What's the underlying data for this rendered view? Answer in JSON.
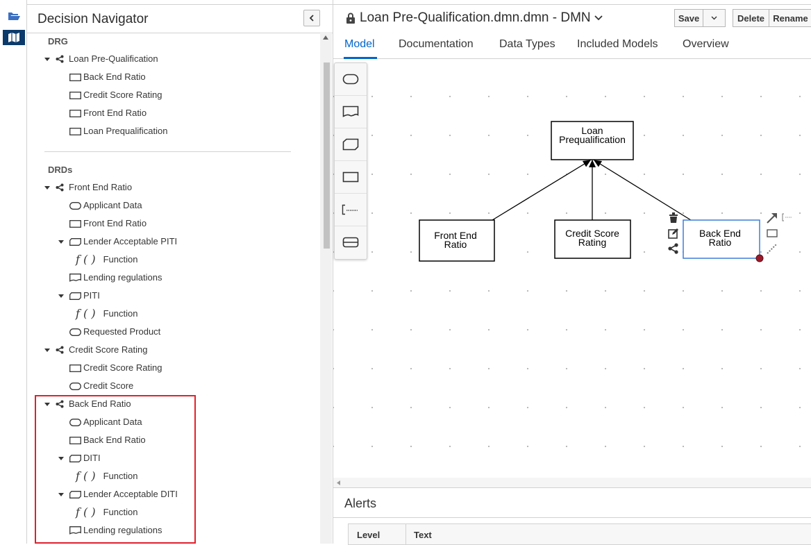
{
  "navigator": {
    "title": "Decision Navigator",
    "drg_header": "DRG",
    "drds_header": "DRDs",
    "drg": [
      {
        "label": "Loan Pre-Qualification",
        "icon": "drg-icon",
        "level": 0,
        "caret": true
      },
      {
        "label": "Back End Ratio",
        "icon": "decision-icon",
        "level": 1
      },
      {
        "label": "Credit Score Rating",
        "icon": "decision-icon",
        "level": 1
      },
      {
        "label": "Front End Ratio",
        "icon": "decision-icon",
        "level": 1
      },
      {
        "label": "Loan Prequalification",
        "icon": "decision-icon",
        "level": 1
      }
    ],
    "drds": [
      {
        "label": "Front End Ratio",
        "icon": "drd-icon",
        "level": 0,
        "caret": true
      },
      {
        "label": "Applicant Data",
        "icon": "input-data-icon",
        "level": 1
      },
      {
        "label": "Front End Ratio",
        "icon": "decision-icon",
        "level": 1
      },
      {
        "label": "Lender Acceptable PITI",
        "icon": "bkm-icon",
        "level": 1,
        "caret": true
      },
      {
        "label": "Function",
        "icon": "function-icon",
        "level": 2
      },
      {
        "label": "Lending regulations",
        "icon": "knowledge-source-icon",
        "level": 1
      },
      {
        "label": "PITI",
        "icon": "bkm-icon",
        "level": 1,
        "caret": true
      },
      {
        "label": "Function",
        "icon": "function-icon",
        "level": 2
      },
      {
        "label": "Requested Product",
        "icon": "input-data-icon",
        "level": 1
      },
      {
        "label": "Credit Score Rating",
        "icon": "drd-icon",
        "level": 0,
        "caret": true
      },
      {
        "label": "Credit Score Rating",
        "icon": "decision-icon",
        "level": 1
      },
      {
        "label": "Credit Score",
        "icon": "input-data-icon",
        "level": 1
      },
      {
        "label": "Back End Ratio",
        "icon": "drd-icon",
        "level": 0,
        "caret": true
      },
      {
        "label": "Applicant Data",
        "icon": "input-data-icon",
        "level": 1
      },
      {
        "label": "Back End Ratio",
        "icon": "decision-icon",
        "level": 1
      },
      {
        "label": "DITI",
        "icon": "bkm-icon",
        "level": 1,
        "caret": true
      },
      {
        "label": "Function",
        "icon": "function-icon",
        "level": 2
      },
      {
        "label": "Lender Acceptable DITI",
        "icon": "bkm-icon",
        "level": 1,
        "caret": true
      },
      {
        "label": "Function",
        "icon": "function-icon",
        "level": 2
      },
      {
        "label": "Lending regulations",
        "icon": "knowledge-source-icon",
        "level": 1
      }
    ]
  },
  "editor": {
    "title": "Loan Pre-Qualification.dmn.dmn - DMN",
    "buttons": {
      "save": "Save",
      "delete": "Delete",
      "rename": "Rename"
    },
    "tabs": [
      "Model",
      "Documentation",
      "Data Types",
      "Included Models",
      "Overview"
    ],
    "active_tab": "Model",
    "nodes": {
      "loan_prequal": [
        "Loan",
        "Prequalification"
      ],
      "front_end": [
        "Front End",
        "Ratio"
      ],
      "credit_score": [
        "Credit Score",
        "Rating"
      ],
      "back_end": [
        "Back End",
        "Ratio"
      ]
    },
    "alerts": {
      "title": "Alerts",
      "columns": [
        "Level",
        "Text"
      ]
    }
  },
  "colors": {
    "accent": "#0066cc",
    "highlight": "#e0212b",
    "selected_node": "#3b7dd8"
  }
}
